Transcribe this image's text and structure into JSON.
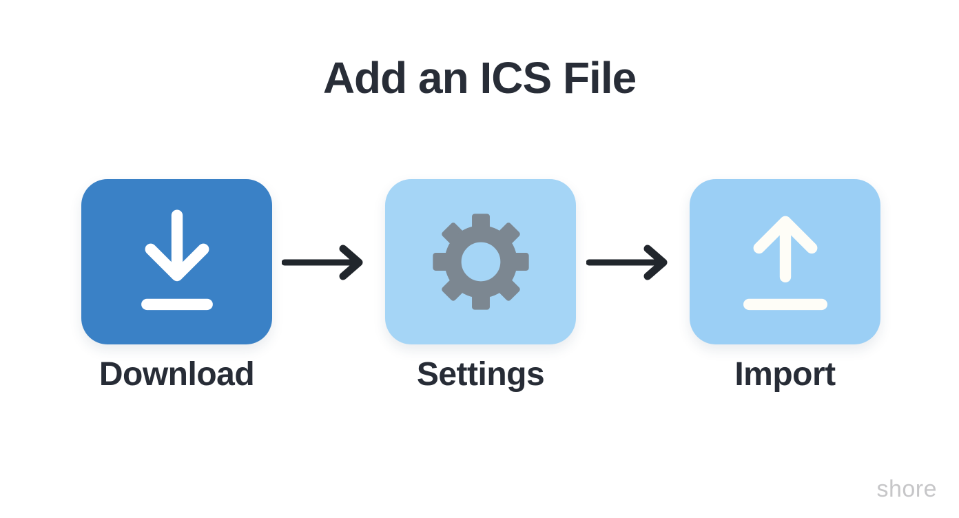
{
  "page": {
    "title": "Add an ICS File",
    "watermark": "shore",
    "background_color": "#ffffff",
    "title_color": "#282d37",
    "label_color": "#272c36",
    "watermark_color": "#c6c6c8"
  },
  "steps": [
    {
      "label": "Download",
      "icon": "download-icon",
      "box_color": "#3a81c6",
      "icon_color": "#ffffff"
    },
    {
      "label": "Settings",
      "icon": "gear-icon",
      "box_color": "#a5d5f6",
      "icon_color": "#7c8791"
    },
    {
      "label": "Import",
      "icon": "upload-icon",
      "box_color": "#9bcff5",
      "icon_color": "#fefdf7"
    }
  ],
  "arrow": {
    "color": "#21262c"
  }
}
